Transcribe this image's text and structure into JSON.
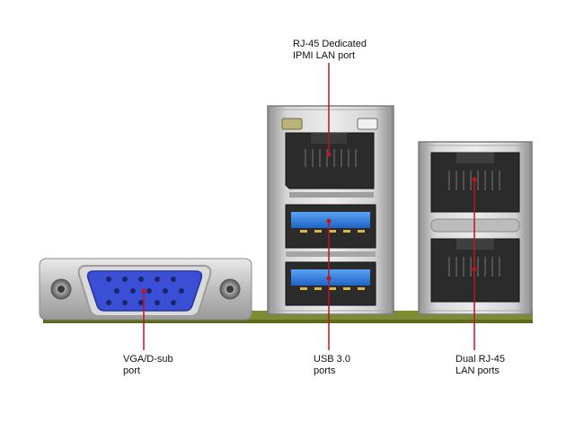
{
  "labels": {
    "ipmi": {
      "line1": "RJ-45 Dedicated",
      "line2": "IPMI LAN port"
    },
    "vga": {
      "line1": "VGA/D-sub",
      "line2": "port"
    },
    "usb": {
      "line1": "USB 3.0",
      "line2": "ports"
    },
    "lan": {
      "line1": "Dual RJ-45",
      "line2": "LAN ports"
    }
  },
  "colors": {
    "leader": "#c0151f",
    "pcb": "#7f8b32",
    "metal": "#c9c9c9",
    "vga_port": "#3b4fd6",
    "usb_blue": "#2f7fe0",
    "rj45_dark": "#2b2b2b"
  }
}
